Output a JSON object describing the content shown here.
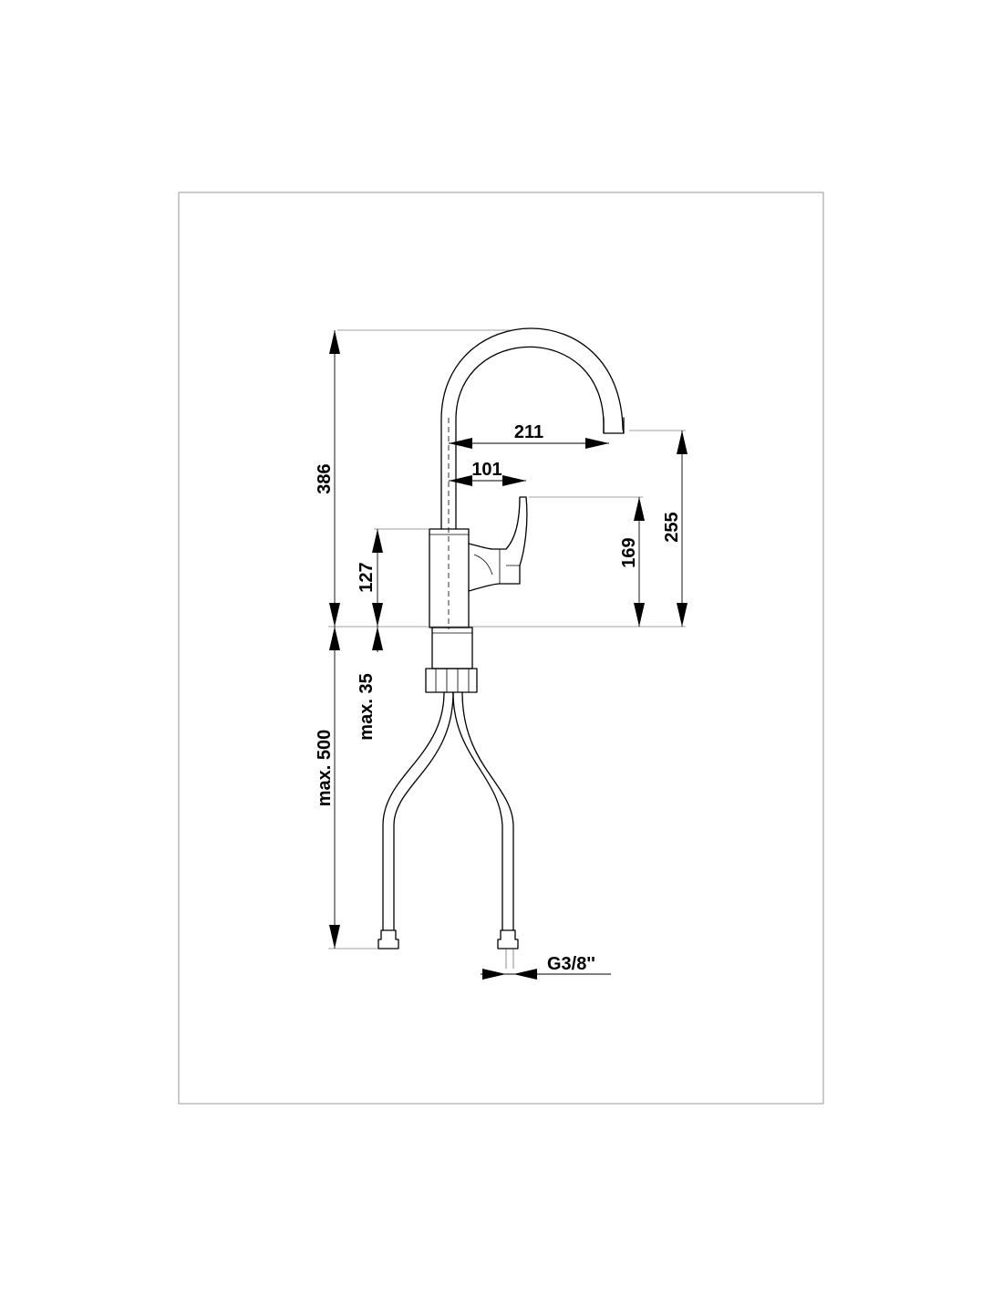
{
  "drawing": {
    "frame": "border",
    "dimensions": {
      "height_total": "386",
      "spout_reach": "211",
      "lever_offset": "101",
      "body_height": "127",
      "lever_height": "169",
      "spout_outlet_height": "255",
      "max_mount_thickness": "max. 35",
      "max_hose_length": "max. 500",
      "thread_size": "G3/8''"
    },
    "colors": {
      "line": "#000000",
      "frame": "#9a9a9a",
      "background": "#ffffff"
    }
  }
}
